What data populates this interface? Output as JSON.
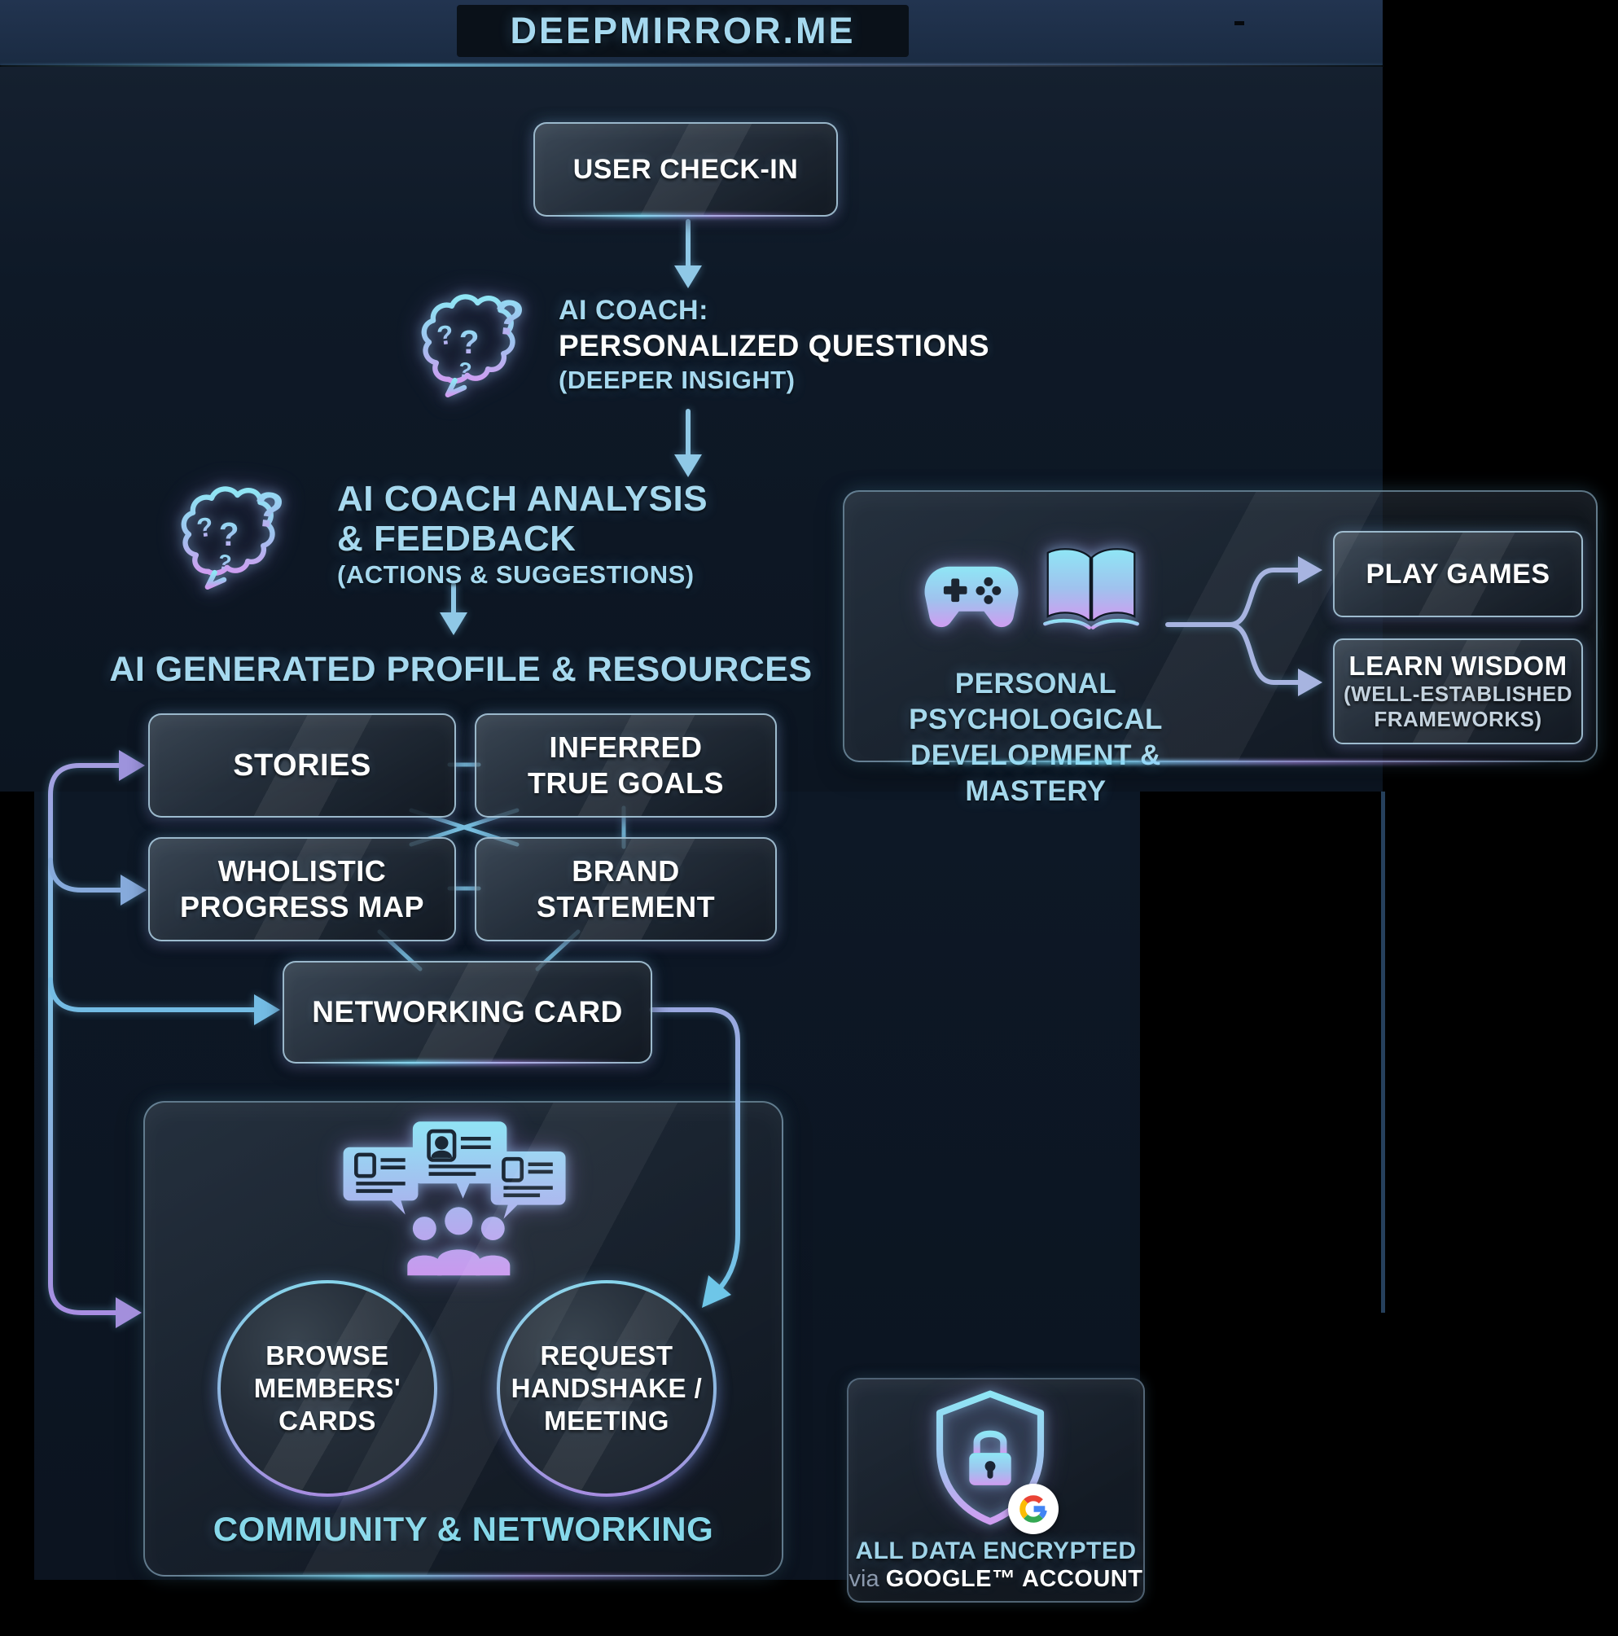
{
  "title": "DEEPMIRROR.ME",
  "flow": {
    "check_in": "USER CHECK-IN",
    "coach": {
      "line1": "AI COACH:",
      "line2": "PERSONALIZED QUESTIONS",
      "line3": "(DEEPER INSIGHT)"
    },
    "analysis": {
      "line1": "AI COACH ANALYSIS",
      "line2": "& FEEDBACK",
      "line3": "(ACTIONS & SUGGESTIONS)"
    },
    "profile_header": "AI GENERATED PROFILE & RESOURCES",
    "resources": {
      "stories": "STORIES",
      "inferred": [
        "INFERRED",
        "TRUE GOALS"
      ],
      "wholistic": [
        "WHOLISTIC",
        "PROGRESS MAP"
      ],
      "brand": [
        "BRAND",
        "STATEMENT"
      ]
    },
    "networking_card": "NETWORKING CARD"
  },
  "community": {
    "title": "COMMUNITY & NETWORKING",
    "browse": [
      "BROWSE",
      "MEMBERS'",
      "CARDS"
    ],
    "request": [
      "REQUEST",
      "HANDSHAKE /",
      "MEETING"
    ]
  },
  "development": {
    "caption": [
      "PERSONAL PSYCHOLOGICAL",
      "DEVELOPMENT & MASTERY"
    ],
    "play": "PLAY GAMES",
    "learn": [
      "LEARN WISDOM",
      "(WELL-ESTABLISHED",
      "FRAMEWORKS)"
    ]
  },
  "badge": {
    "line1": "ALL DATA ENCRYPTED",
    "via": "via",
    "account": "GOOGLE™ ACCOUNT"
  },
  "icons": {
    "coach": "brain-question-icon",
    "analysis": "brain-question-icon",
    "development": [
      "gamepad-icon",
      "open-book-icon"
    ],
    "community": "members-cards-icon",
    "badge": [
      "shield-lock-icon",
      "google-g-icon"
    ]
  },
  "colors": {
    "accent_cyan": "#7cc5e6",
    "accent_purple": "#a98ce2",
    "heading_blue": "#a6d9ef",
    "text_white": "#ffffff",
    "background_navy": "#0f1a29",
    "google_blue": "#4285f4",
    "google_red": "#ea4335",
    "google_yellow": "#fbbc05",
    "google_green": "#34a853"
  }
}
